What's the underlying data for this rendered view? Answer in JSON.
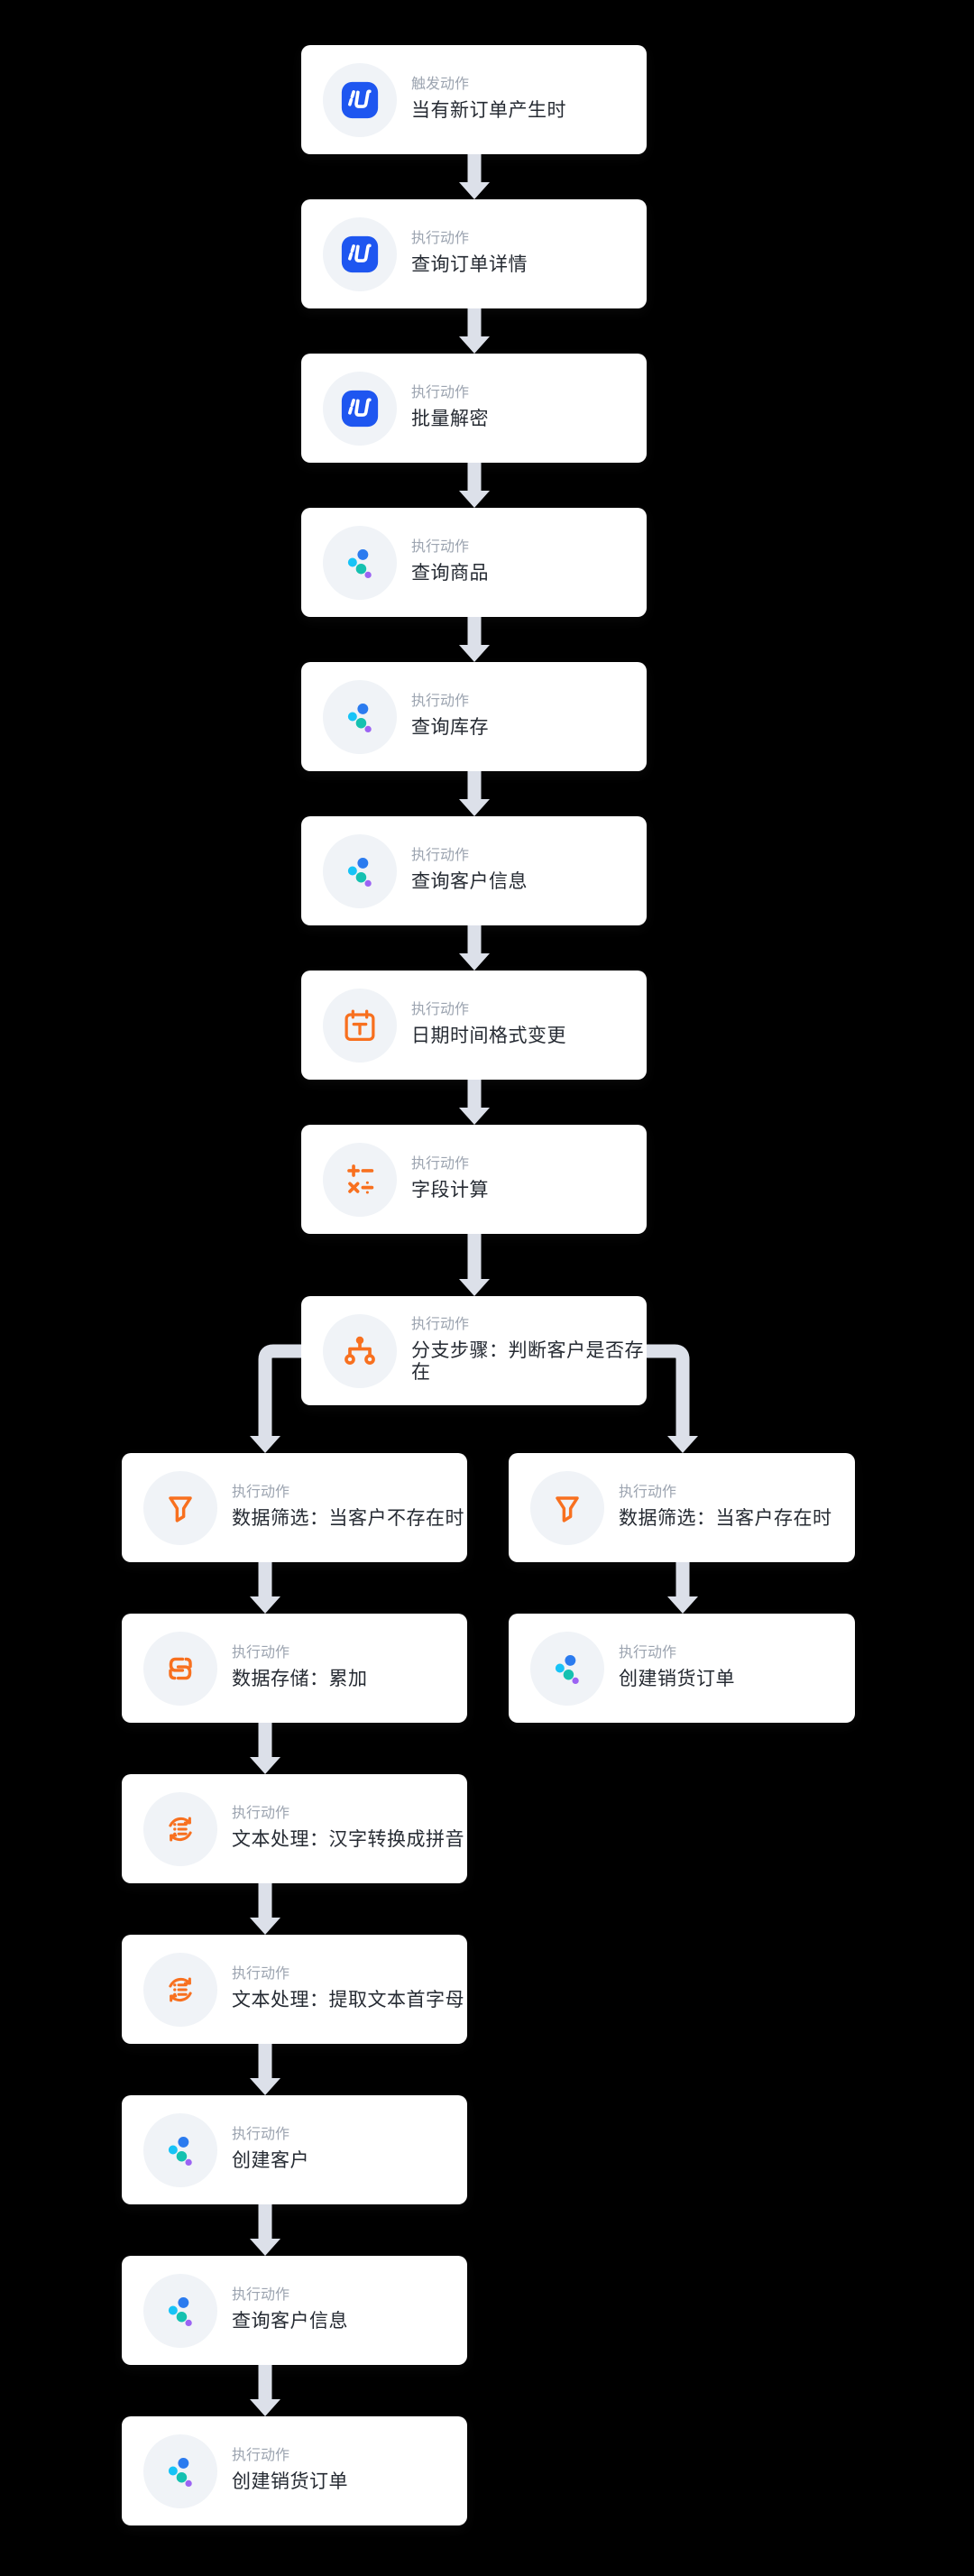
{
  "theme": {
    "background": "#000000",
    "card_background": "#FFFFFF",
    "icon_circle_background": "#F0F3F7",
    "connector_color": "#DCE0E9",
    "accent_orange": "#F8701F",
    "accent_blue": "#1E56F0",
    "kind_text_color": "#9CA4B0",
    "title_text_color": "#262B33"
  },
  "nodes": [
    {
      "id": "n1",
      "kind": "触发动作",
      "title": "当有新订单产生时",
      "icon": "app-logo-icon"
    },
    {
      "id": "n2",
      "kind": "执行动作",
      "title": "查询订单详情",
      "icon": "app-logo-icon"
    },
    {
      "id": "n3",
      "kind": "执行动作",
      "title": "批量解密",
      "icon": "app-logo-icon"
    },
    {
      "id": "n4",
      "kind": "执行动作",
      "title": "查询商品",
      "icon": "dots-app-icon"
    },
    {
      "id": "n5",
      "kind": "执行动作",
      "title": "查询库存",
      "icon": "dots-app-icon"
    },
    {
      "id": "n6",
      "kind": "执行动作",
      "title": "查询客户信息",
      "icon": "dots-app-icon"
    },
    {
      "id": "n7",
      "kind": "执行动作",
      "title": "日期时间格式变更",
      "icon": "calendar-icon"
    },
    {
      "id": "n8",
      "kind": "执行动作",
      "title": "字段计算",
      "icon": "math-icon"
    },
    {
      "id": "n9",
      "kind": "执行动作",
      "title": "分支步骤：判断客户是否存在",
      "icon": "branch-icon"
    },
    {
      "id": "L1",
      "kind": "执行动作",
      "title": "数据筛选：当客户不存在时",
      "icon": "funnel-icon"
    },
    {
      "id": "L2",
      "kind": "执行动作",
      "title": "数据存储：累加",
      "icon": "link-icon"
    },
    {
      "id": "L3",
      "kind": "执行动作",
      "title": "文本处理：汉字转换成拼音",
      "icon": "text-process-icon"
    },
    {
      "id": "L4",
      "kind": "执行动作",
      "title": "文本处理：提取文本首字母",
      "icon": "text-process-icon"
    },
    {
      "id": "L5",
      "kind": "执行动作",
      "title": "创建客户",
      "icon": "dots-app-icon"
    },
    {
      "id": "L6",
      "kind": "执行动作",
      "title": "查询客户信息",
      "icon": "dots-app-icon"
    },
    {
      "id": "L7",
      "kind": "执行动作",
      "title": "创建销货订单",
      "icon": "dots-app-icon"
    },
    {
      "id": "R1",
      "kind": "执行动作",
      "title": "数据筛选：当客户存在时",
      "icon": "funnel-icon"
    },
    {
      "id": "R2",
      "kind": "执行动作",
      "title": "创建销货订单",
      "icon": "dots-app-icon"
    }
  ]
}
